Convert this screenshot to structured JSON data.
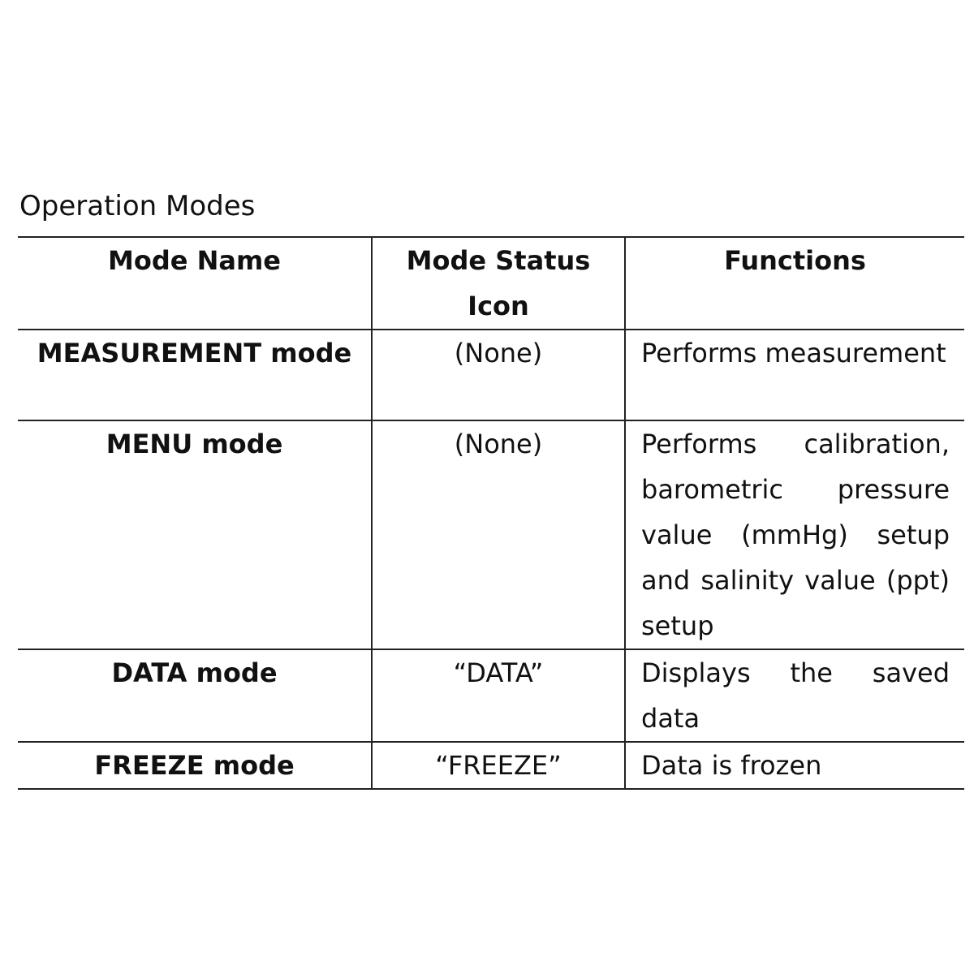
{
  "caption": "Operation Modes",
  "table": {
    "headers": {
      "mode_name": "Mode Name",
      "mode_status_icon": "Mode Status Icon",
      "functions": "Functions"
    },
    "rows": [
      {
        "mode_name": "MEASUREMENT mode",
        "icon": "(None)",
        "function": "Performs measurement"
      },
      {
        "mode_name": "MENU mode",
        "icon": "(None)",
        "function": "Performs calibration, barometric pressure value (mmHg) setup and salinity value (ppt) setup"
      },
      {
        "mode_name": "DATA mode",
        "icon": "“DATA”",
        "function": "Displays the saved data"
      },
      {
        "mode_name": "FREEZE mode",
        "icon": "“FREEZE”",
        "function": "Data is frozen"
      }
    ]
  }
}
